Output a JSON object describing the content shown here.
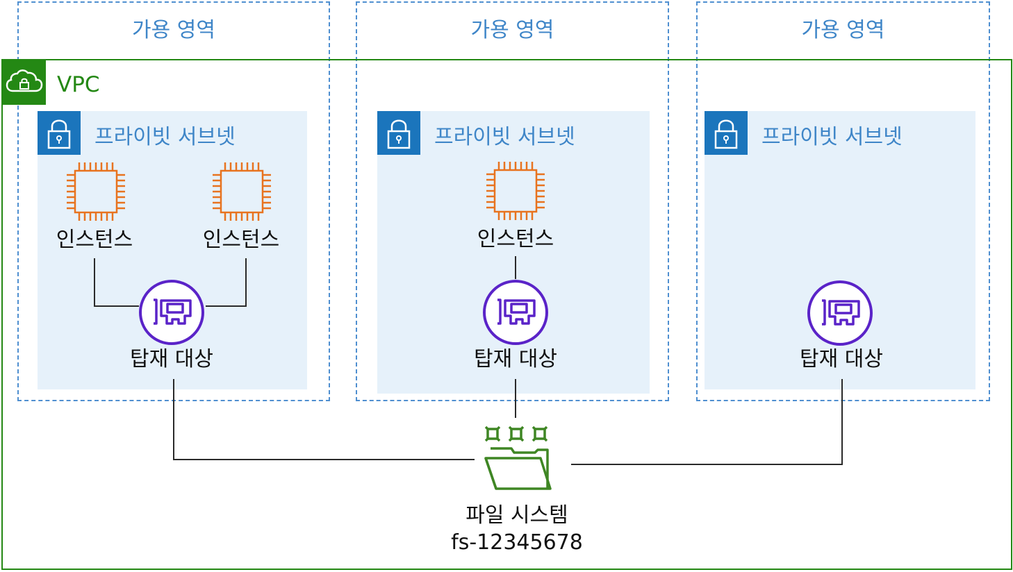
{
  "availability_zones": [
    {
      "label": "가용 영역"
    },
    {
      "label": "가용 영역"
    },
    {
      "label": "가용 영역"
    }
  ],
  "vpc": {
    "label": "VPC"
  },
  "subnets": [
    {
      "label": "프라이빗 서브넷",
      "instances": [
        {
          "label": "인스턴스"
        },
        {
          "label": "인스턴스"
        }
      ],
      "mount_target": "탑재 대상"
    },
    {
      "label": "프라이빗 서브넷",
      "instances": [
        {
          "label": "인스턴스"
        }
      ],
      "mount_target": "탑재 대상"
    },
    {
      "label": "프라이빗 서브넷",
      "instances": [],
      "mount_target": "탑재 대상"
    }
  ],
  "file_system": {
    "name": "파일 시스템",
    "id": "fs-12345678"
  },
  "icons": {
    "vpc": "cloud-lock-icon",
    "subnet": "lock-icon",
    "instance": "ec2-instance-icon",
    "mount_target": "network-interface-icon",
    "file_system": "efs-file-system-icon"
  },
  "colors": {
    "az_border": "#4f8fd0",
    "vpc": "#248814",
    "subnet_fill": "#e6f1fa",
    "subnet_badge": "#1b75bc",
    "instance": "#e8731f",
    "mount_target": "#5a23c8"
  }
}
